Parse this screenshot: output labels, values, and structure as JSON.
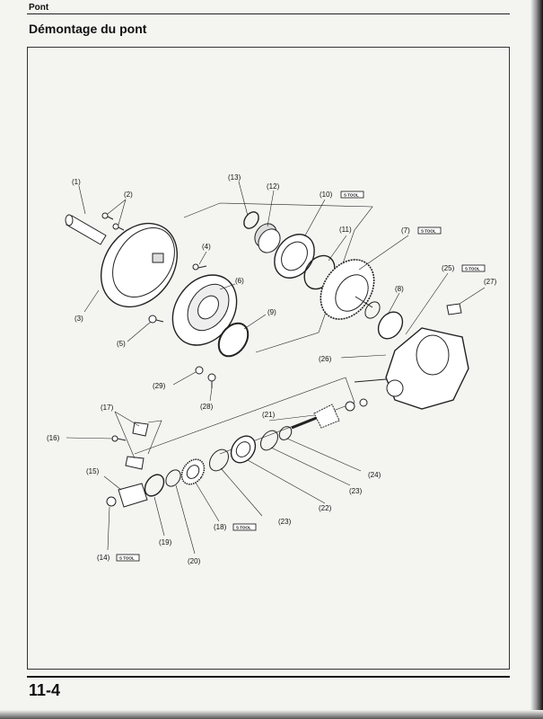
{
  "page": {
    "section_tab": "Pont",
    "title": "Démontage du pont",
    "page_number": "11-4"
  },
  "diagram": {
    "tool_badge_text": "S TOOL",
    "callouts": [
      {
        "id": "1",
        "label": "(1)"
      },
      {
        "id": "2",
        "label": "(2)"
      },
      {
        "id": "3",
        "label": "(3)"
      },
      {
        "id": "4",
        "label": "(4)"
      },
      {
        "id": "5",
        "label": "(5)"
      },
      {
        "id": "6",
        "label": "(6)"
      },
      {
        "id": "7",
        "label": "(7)"
      },
      {
        "id": "8",
        "label": "(8)"
      },
      {
        "id": "9",
        "label": "(9)"
      },
      {
        "id": "10",
        "label": "(10)"
      },
      {
        "id": "11",
        "label": "(11)"
      },
      {
        "id": "12",
        "label": "(12)"
      },
      {
        "id": "13",
        "label": "(13)"
      },
      {
        "id": "14",
        "label": "(14)"
      },
      {
        "id": "15",
        "label": "(15)"
      },
      {
        "id": "16",
        "label": "(16)"
      },
      {
        "id": "17",
        "label": "(17)"
      },
      {
        "id": "18",
        "label": "(18)"
      },
      {
        "id": "19",
        "label": "(19)"
      },
      {
        "id": "20",
        "label": "(20)"
      },
      {
        "id": "21",
        "label": "(21)"
      },
      {
        "id": "22",
        "label": "(22)"
      },
      {
        "id": "23a",
        "label": "(23)"
      },
      {
        "id": "23b",
        "label": "(23)"
      },
      {
        "id": "24",
        "label": "(24)"
      },
      {
        "id": "25",
        "label": "(25)"
      },
      {
        "id": "26",
        "label": "(26)"
      },
      {
        "id": "27",
        "label": "(27)"
      },
      {
        "id": "28",
        "label": "(28)"
      },
      {
        "id": "29",
        "label": "(29)"
      }
    ]
  }
}
